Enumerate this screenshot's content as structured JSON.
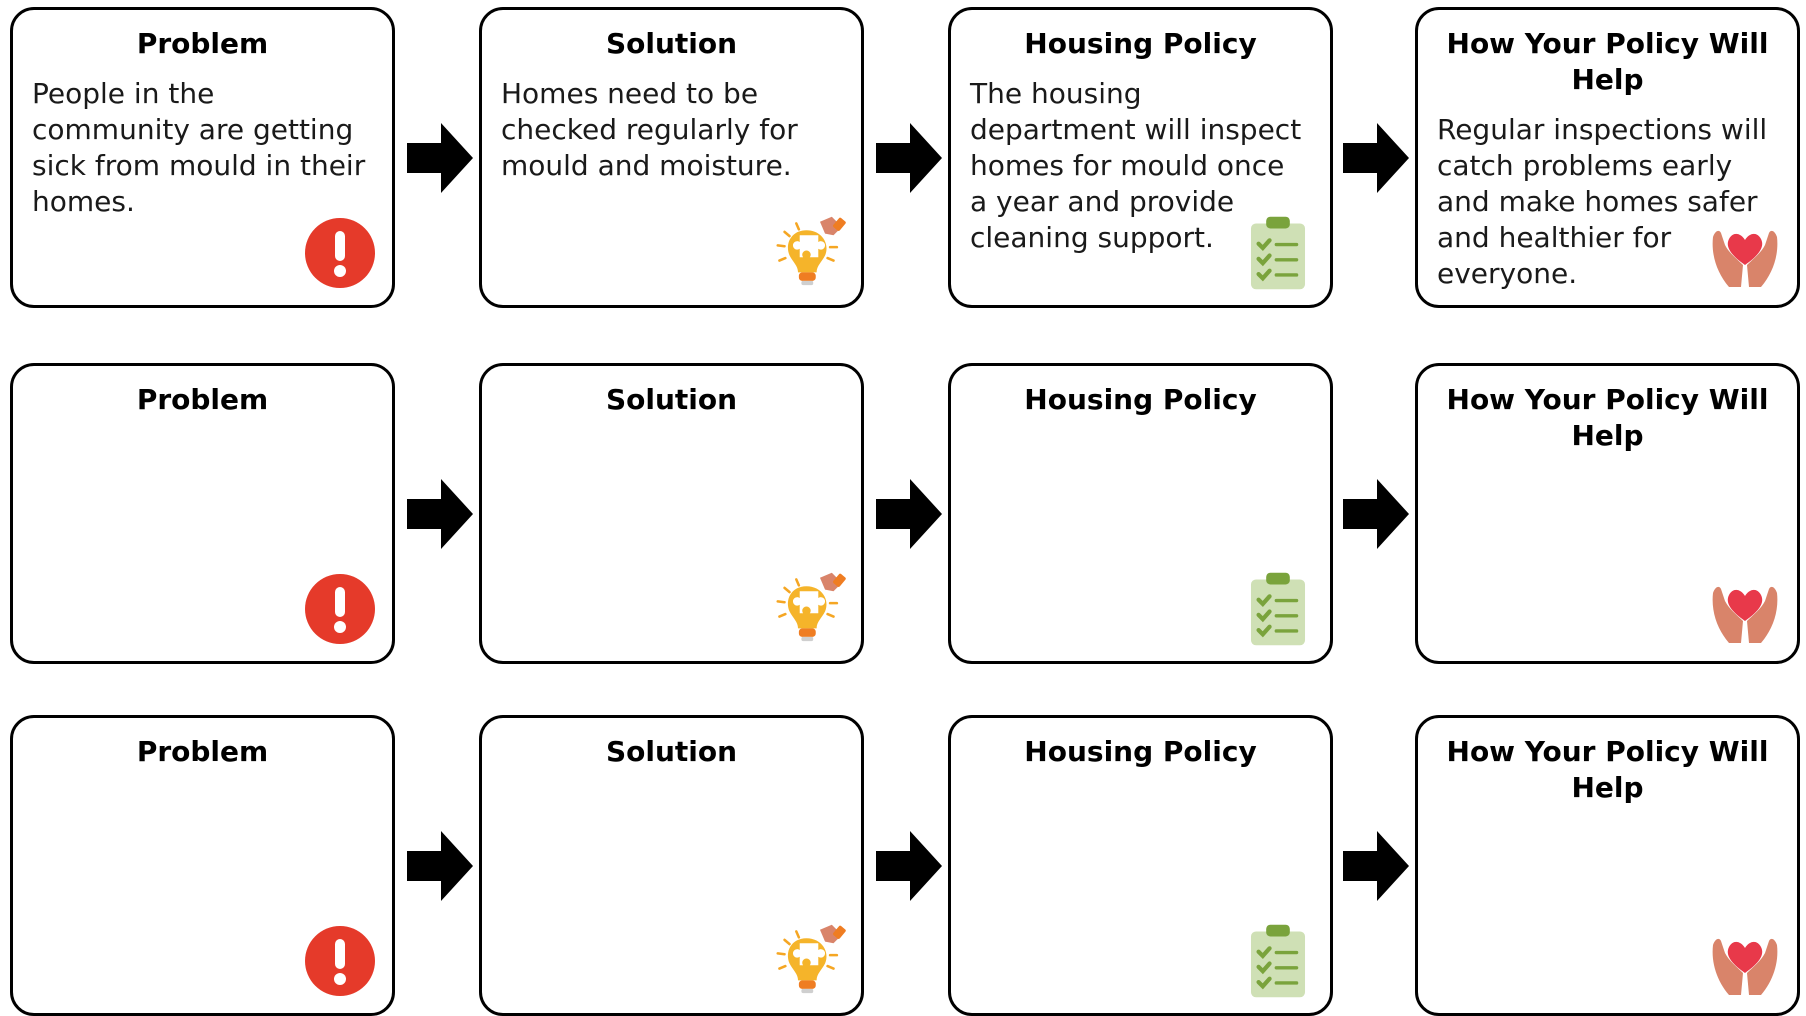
{
  "colors": {
    "card_border": "#000000",
    "arrow": "#000000",
    "alert_red": "#e53a2a",
    "bulb_yellow": "#f5b42a",
    "clipboard_green": "#7aa33c",
    "heart_red": "#e8394a",
    "hand_skin": "#d9846a"
  },
  "icons": {
    "problem": "exclamation-alert-icon",
    "solution": "lightbulb-puzzle-icon",
    "policy": "clipboard-checklist-icon",
    "help": "hands-heart-icon",
    "arrow": "right-arrow-icon"
  },
  "rows": [
    {
      "problem": {
        "title": "Problem",
        "text": "People in the community are getting sick from mould in their homes."
      },
      "solution": {
        "title": "Solution",
        "text": "Homes need to be checked regularly for mould and moisture."
      },
      "policy": {
        "title": "Housing Policy",
        "text": "The housing department will inspect homes for mould once a year and provide cleaning support."
      },
      "help": {
        "title": "How Your Policy Will Help",
        "text": "Regular inspections will catch problems early and make homes safer and healthier for everyone."
      }
    },
    {
      "problem": {
        "title": "Problem",
        "text": ""
      },
      "solution": {
        "title": "Solution",
        "text": ""
      },
      "policy": {
        "title": "Housing Policy",
        "text": ""
      },
      "help": {
        "title": "How Your Policy Will Help",
        "text": ""
      }
    },
    {
      "problem": {
        "title": "Problem",
        "text": ""
      },
      "solution": {
        "title": "Solution",
        "text": ""
      },
      "policy": {
        "title": "Housing Policy",
        "text": ""
      },
      "help": {
        "title": "How Your Policy Will Help",
        "text": ""
      }
    }
  ]
}
